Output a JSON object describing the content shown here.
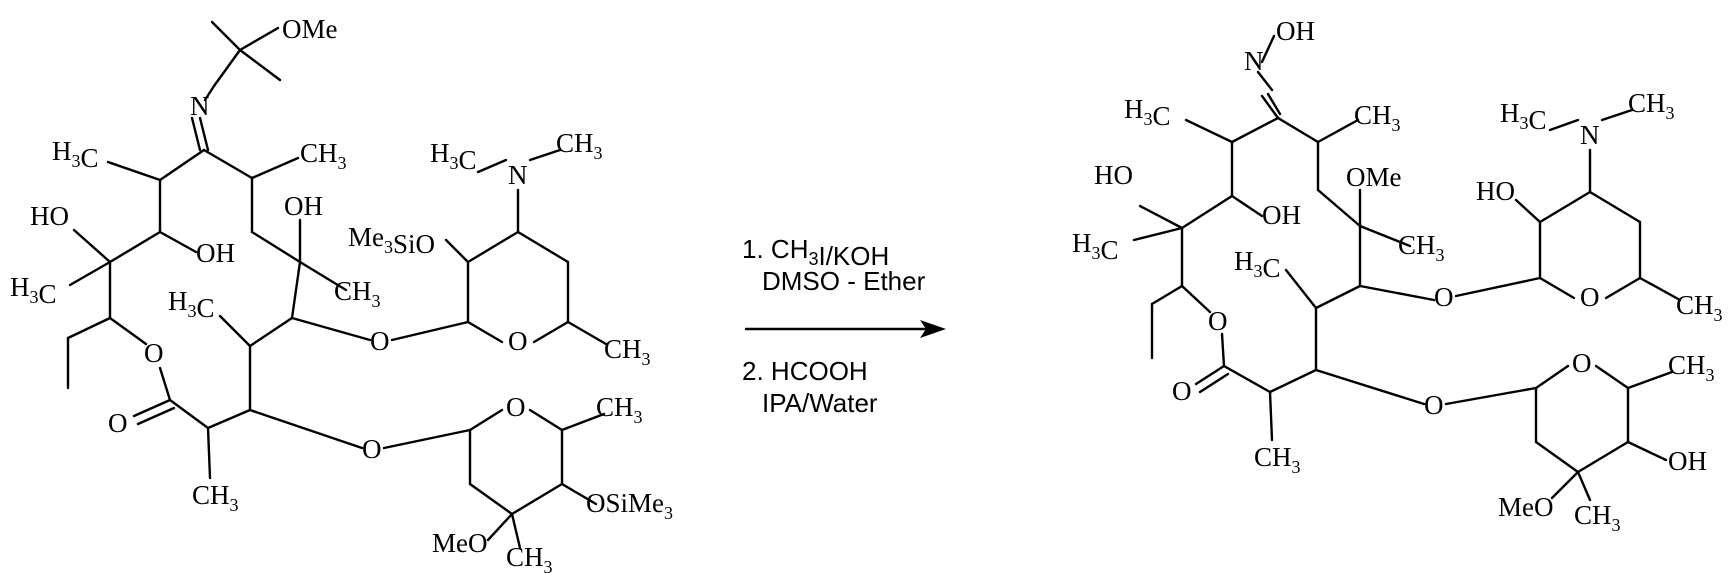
{
  "reactant": {
    "omethyl": "OMe",
    "imine_n": "N",
    "me_left": "H3C",
    "me_right": "CH3",
    "ho_left": "HO",
    "oh_mid": "OH",
    "oh_right": "OH",
    "h3c_tert": "H3C",
    "ch3_c6": "CH3",
    "h3c_c4": "H3C",
    "ring_o": "O",
    "carbonyl_o": "O",
    "ch3_bottom": "CH3",
    "tms": "Me3SiO",
    "nme2_left": "H3C",
    "nme2_n": "N",
    "nme2_right": "CH3",
    "sugar1_link_o": "O",
    "sugar1_ring_o": "O",
    "sugar1_ch3": "CH3",
    "sugar2_link_o": "O",
    "sugar2_ring_o": "O",
    "sugar2_ch3": "CH3",
    "osime3": "OSiMe3",
    "meo": "MeO",
    "sugar2_ch3b": "CH3"
  },
  "conditions": {
    "step1": "1. CH3I/KOH",
    "step1b": "DMSO - Ether",
    "step2": "2. HCOOH",
    "step2b": "IPA/Water"
  },
  "product": {
    "oxime_oh": "OH",
    "oxime_n": "N",
    "me_left": "H3C",
    "me_right": "CH3",
    "ho_left": "HO",
    "oh_mid": "OH",
    "h3c_tert": "H3C",
    "ome": "OMe",
    "ch3_c6": "CH3",
    "h3c_c4": "H3C",
    "ring_o": "O",
    "carbonyl_o": "O",
    "ch3_bottom": "CH3",
    "nme2_left": "H3C",
    "nme2_n": "N",
    "nme2_right": "CH3",
    "sugar1_ho": "HO",
    "sugar1_link_o": "O",
    "sugar1_ring_o": "O",
    "sugar1_ch3": "CH3",
    "sugar2_link_o": "O",
    "sugar2_ring_o": "O",
    "sugar2_ch3": "CH3",
    "sugar2_oh": "OH",
    "meo": "MeO",
    "sugar2_ch3b": "CH3"
  }
}
